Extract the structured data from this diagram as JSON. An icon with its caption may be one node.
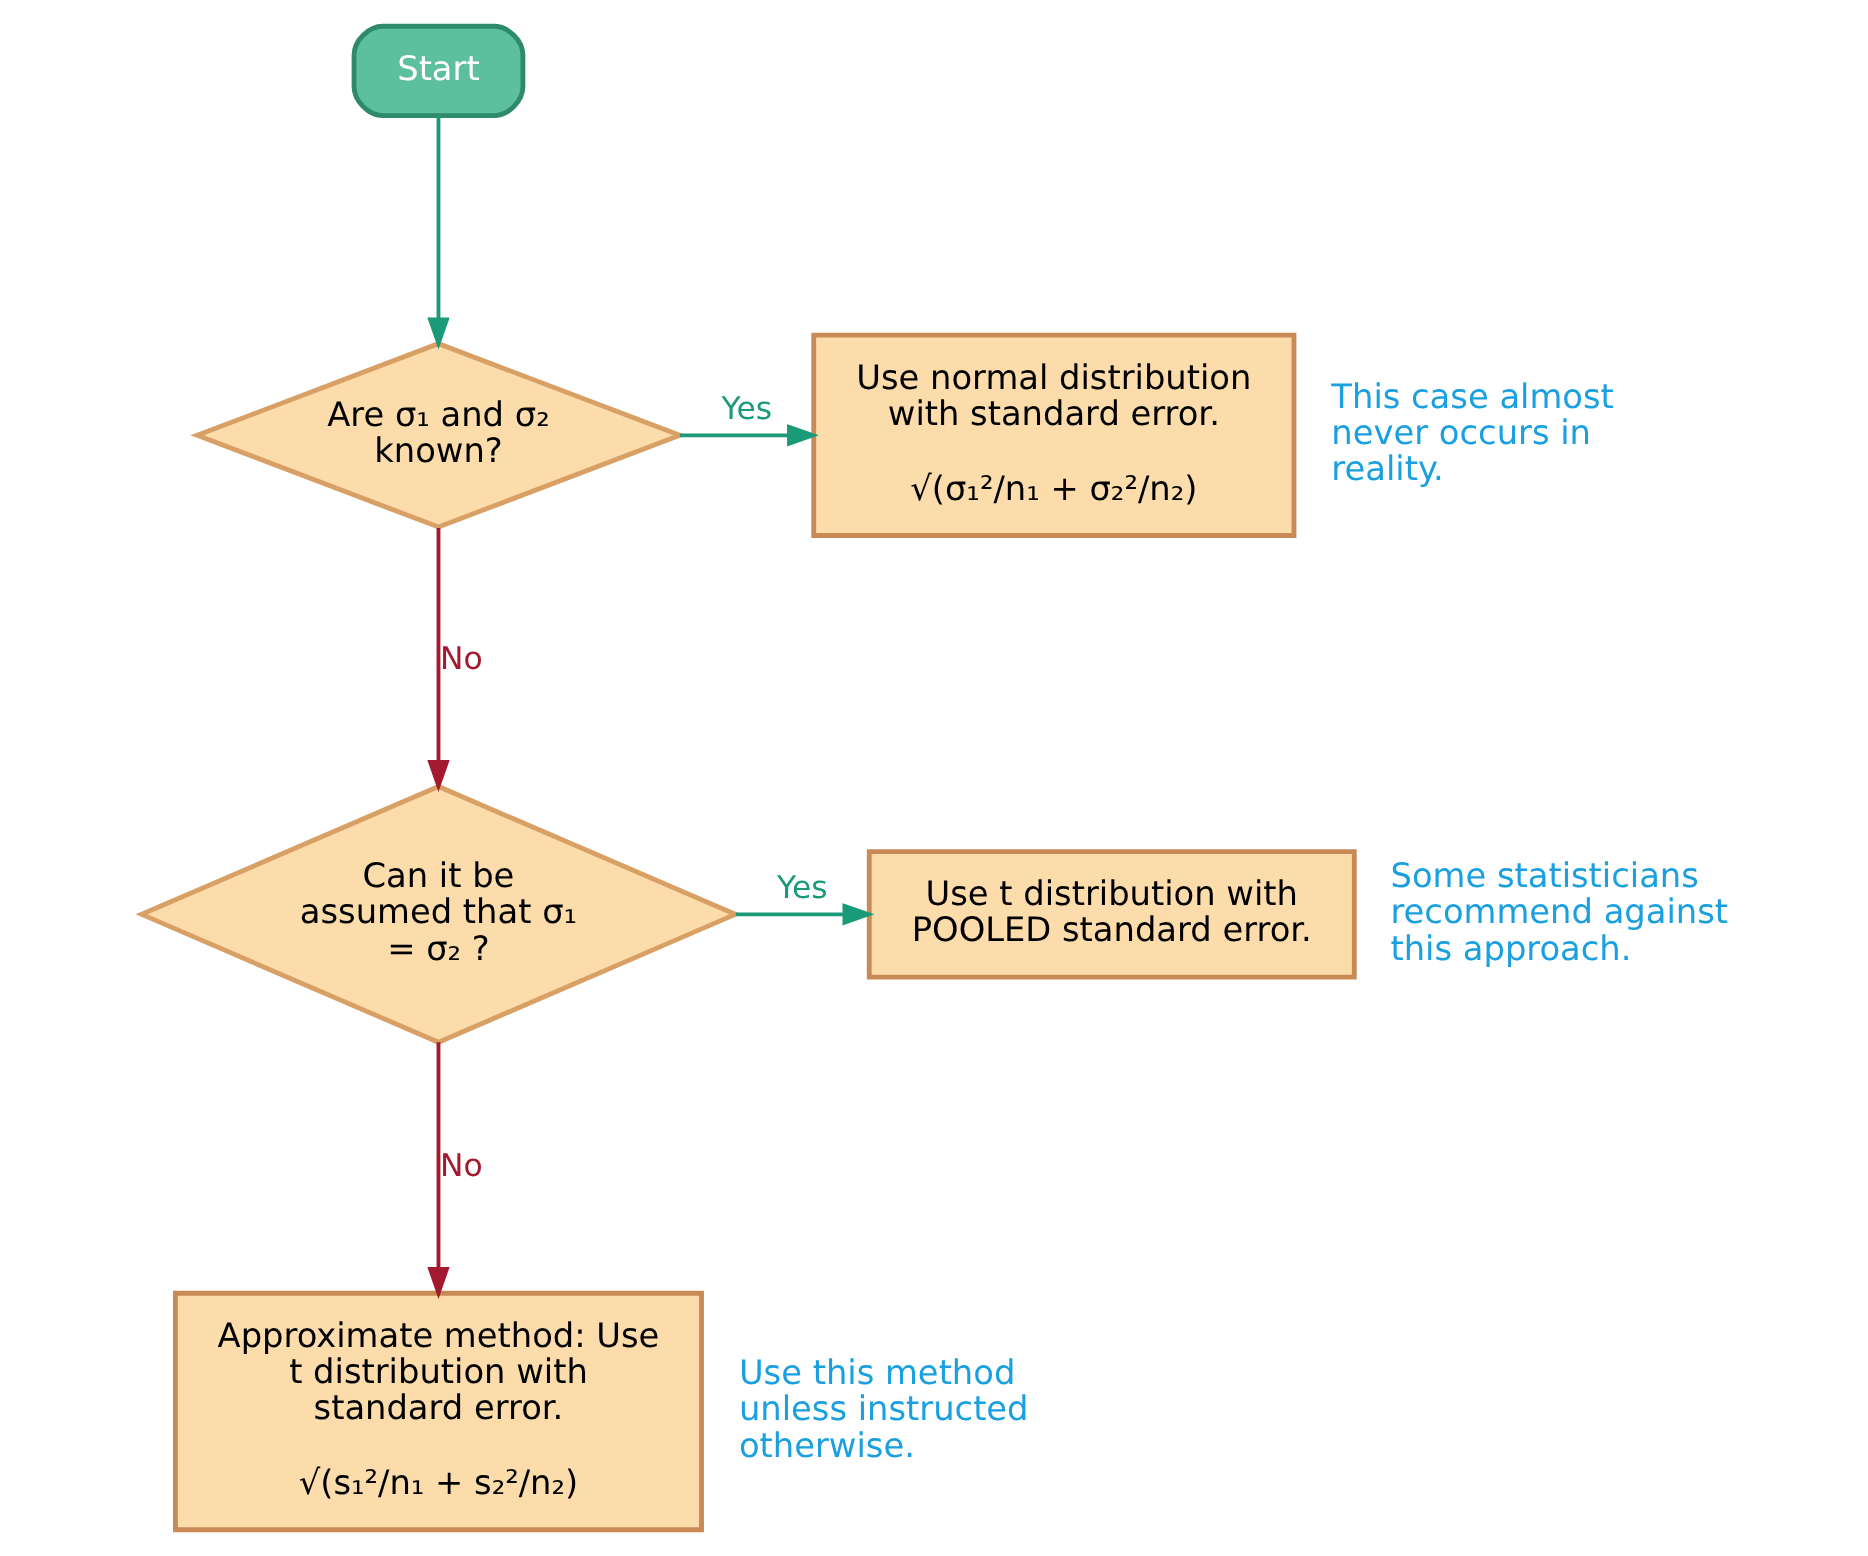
{
  "diagram": {
    "nodes": [
      {
        "text": [
          "Start"
        ]
      },
      {
        "text": [
          "Are σ₁ and σ₂ known?"
        ]
      },
      {
        "text": [
          "Use normal distribution with standard error.",
          "√(σ₁²/n₁ + σ₂²/n₂)"
        ],
        "beside": [
          "This case almost never occurs in reality."
        ]
      },
      {
        "text": [
          "Can it be assumed that σ₁ = σ₂ ?"
        ]
      },
      {
        "text": [
          "Use t distribution with POOLED standard error."
        ],
        "beside": [
          "Some statisticians recommend against this approach."
        ]
      },
      {
        "text": [
          "Approximate method: Use t distribution with standard error.",
          "√(s₁²/n₁ + s₂²/n₂)"
        ],
        "beside": [
          "Use this method unless instructed otherwise."
        ]
      }
    ],
    "edges": [
      {
        "from": 0,
        "to": 1,
        "arrow": "to"
      },
      {
        "from": 1,
        "to": 2,
        "arrow": "to",
        "label": "Yes"
      },
      {
        "from": 1,
        "to": 3,
        "arrow": "to",
        "label": "No",
        "color": "#a3192f"
      },
      {
        "from": 3,
        "to": 4,
        "arrow": "to",
        "label": "Yes"
      },
      {
        "from": 3,
        "to": 5,
        "arrow": "to",
        "label": "No",
        "color": "#a3192f"
      }
    ]
  }
}
